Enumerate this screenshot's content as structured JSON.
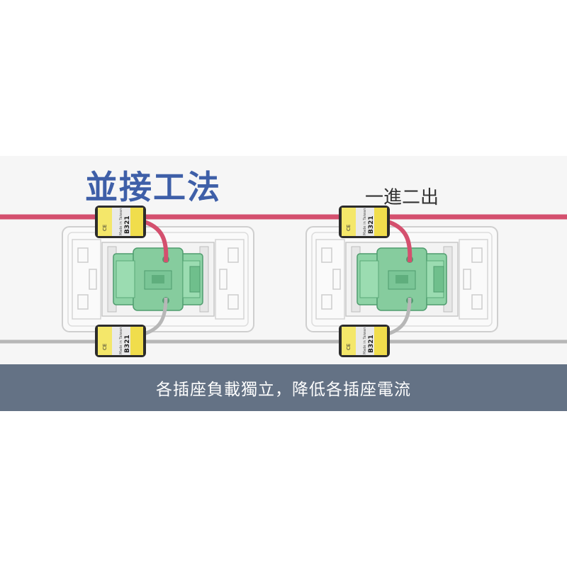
{
  "title": "並接工法",
  "subtitle": "一進二出",
  "banner": "各插座負載獨立，降低各插座電流",
  "connector_label": {
    "model": "B321",
    "origin": "Made in Taiwan",
    "mark": "CE"
  },
  "colors": {
    "live_wire": "#d4506e",
    "neutral_wire": "#b7b7b7",
    "title": "#3e5fa8",
    "banner": "#647285",
    "connector_body": "#f2e25a",
    "terminal_block": "#8ed3a6"
  }
}
